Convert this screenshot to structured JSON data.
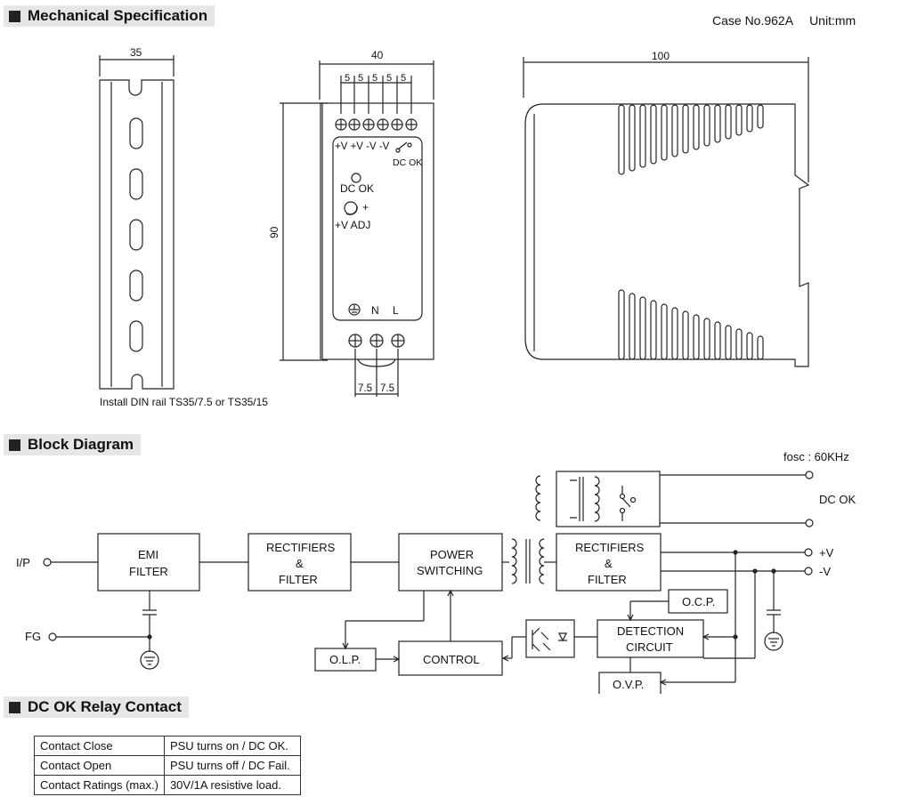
{
  "sections": {
    "mechanical": "Mechanical Specification",
    "block": "Block Diagram",
    "relay": "DC OK Relay Contact"
  },
  "case_info": {
    "case_no": "Case No.962A",
    "unit": "Unit:mm"
  },
  "mech": {
    "rail_width": "35",
    "front_width": "40",
    "pitch": "5",
    "height": "90",
    "side_depth": "100",
    "input_pitch": "7.5",
    "install_note": "Install DIN rail TS35/7.5 or TS35/15",
    "terminal_labels": "+V +V -V  -V",
    "dc_ok_contact": "DC OK",
    "led_label": "DC OK",
    "adj_plus": "+",
    "adj_label": "+V ADJ",
    "input_n": "N",
    "input_l": "L"
  },
  "block": {
    "fosc": "fosc : 60KHz",
    "dc_ok": "DC OK",
    "ip": "I/P",
    "fg": "FG",
    "plus_v": "+V",
    "minus_v": "-V",
    "emi_1": "EMI",
    "emi_2": "FILTER",
    "rect1_1": "RECTIFIERS",
    "rect1_2": "&",
    "rect1_3": "FILTER",
    "power_1": "POWER",
    "power_2": "SWITCHING",
    "rect2_1": "RECTIFIERS",
    "rect2_2": "&",
    "rect2_3": "FILTER",
    "ocp": "O.C.P.",
    "detection_1": "DETECTION",
    "detection_2": "CIRCUIT",
    "ovp": "O.V.P.",
    "olp": "O.L.P.",
    "control": "CONTROL"
  },
  "relay_table": [
    {
      "key": "Contact Close",
      "value": "PSU turns on / DC OK."
    },
    {
      "key": "Contact Open",
      "value": "PSU turns off / DC Fail."
    },
    {
      "key": "Contact Ratings (max.)",
      "value": "30V/1A resistive load."
    }
  ]
}
